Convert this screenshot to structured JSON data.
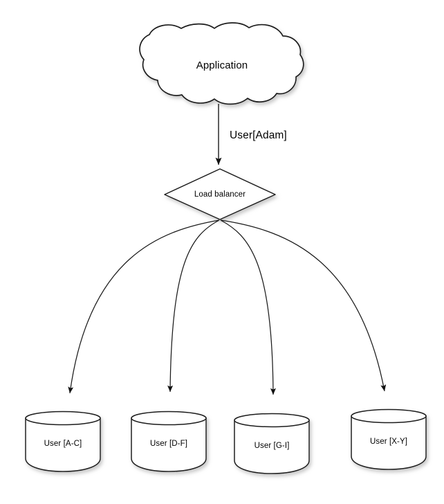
{
  "diagram": {
    "title_node": {
      "id": "application-cloud",
      "shape": "cloud",
      "label": "Application"
    },
    "balancer_node": {
      "id": "load-balancer",
      "shape": "diamond",
      "label": "Load balancer"
    },
    "main_edge": {
      "id": "application-to-balancer",
      "label": "User[Adam]",
      "direction": "down",
      "arrow": "filled"
    },
    "databases": [
      {
        "id": "db-a-c",
        "shape": "cylinder",
        "label": "User [A-C]"
      },
      {
        "id": "db-d-f",
        "shape": "cylinder",
        "label": "User [D-F]"
      },
      {
        "id": "db-g-i",
        "shape": "cylinder",
        "label": "User [G-I]"
      },
      {
        "id": "db-x-y",
        "shape": "cylinder",
        "label": "User [X-Y]"
      }
    ],
    "balancer_edges": [
      {
        "id": "balancer-to-db-a-c",
        "label": "",
        "arrow": "filled"
      },
      {
        "id": "balancer-to-db-d-f",
        "label": "",
        "arrow": "filled"
      },
      {
        "id": "balancer-to-db-g-i",
        "label": "",
        "arrow": "filled"
      },
      {
        "id": "balancer-to-db-x-y",
        "label": "",
        "arrow": "filled"
      }
    ],
    "colors": {
      "stroke": "#1a1a1a",
      "fill": "#ffffff",
      "text": "#000000",
      "background": "#ffffff",
      "shadow": "#9a9a9a"
    }
  }
}
